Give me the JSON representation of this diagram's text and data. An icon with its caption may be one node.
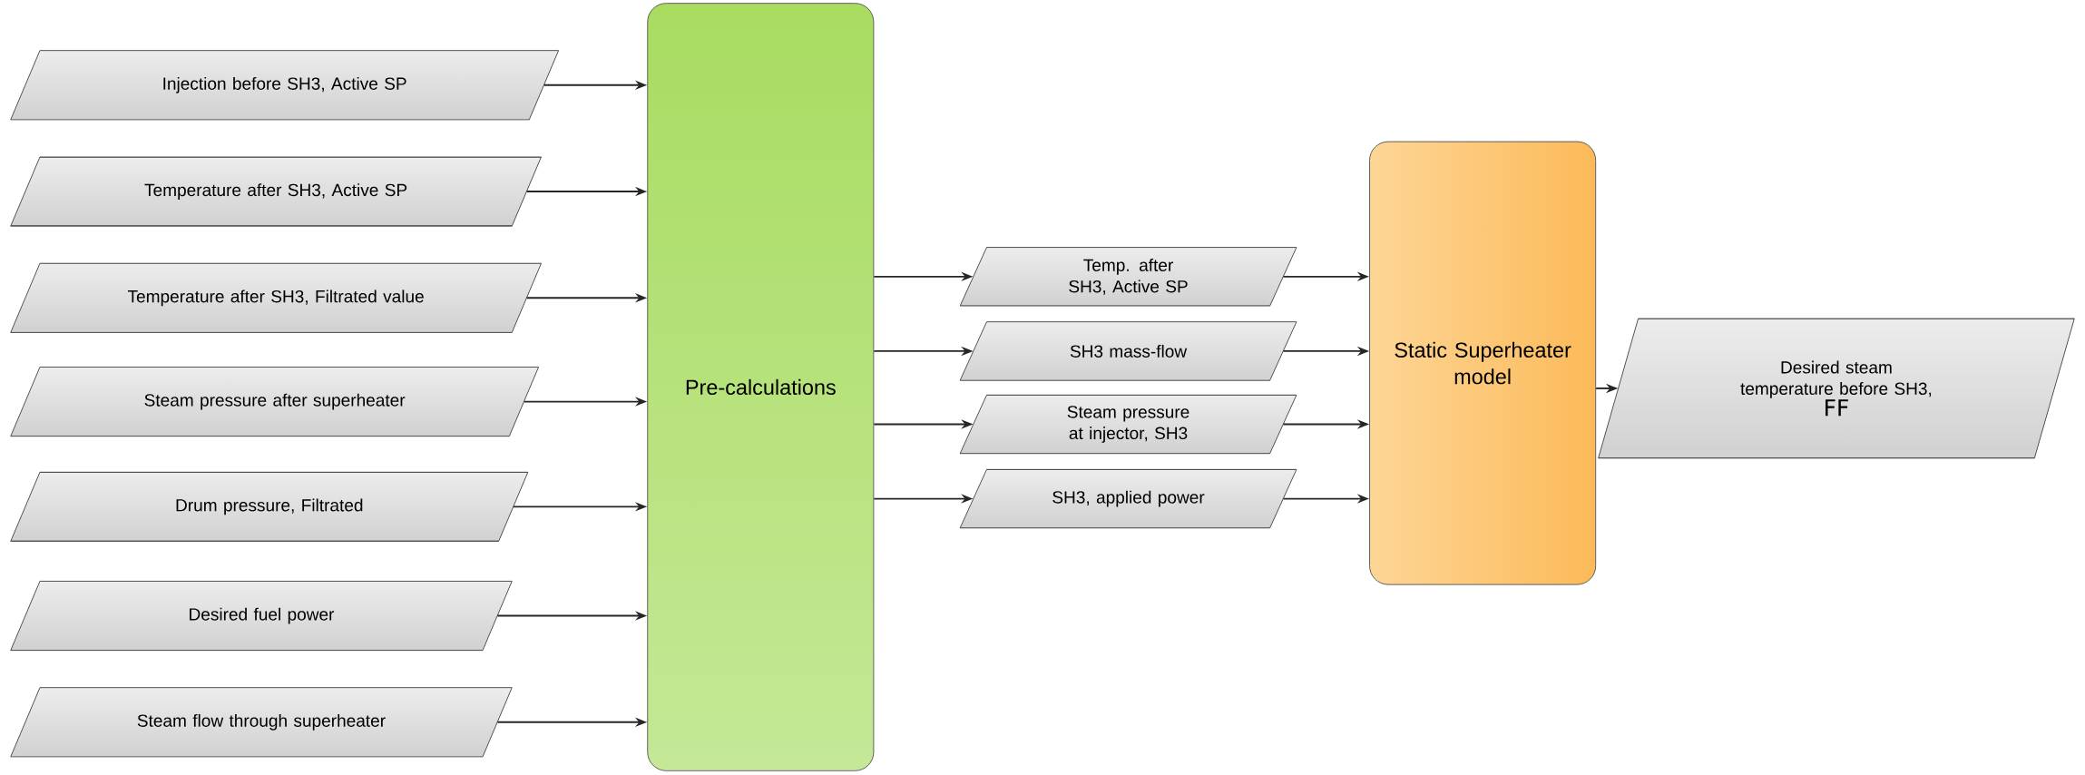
{
  "diagram": {
    "nodes": [
      {
        "text": [
          "Injection before SH3, Active SP"
        ]
      },
      {
        "text": [
          "Temperature after SH3, Active SP"
        ]
      },
      {
        "text": [
          "Temperature after SH3, Filtrated value"
        ]
      },
      {
        "text": [
          "Steam pressure after superheater"
        ]
      },
      {
        "text": [
          "Drum pressure, Filtrated"
        ]
      },
      {
        "text": [
          "Desired fuel power"
        ]
      },
      {
        "text": [
          "Steam flow through superheater"
        ]
      },
      {
        "text": [
          "Pre-calculations"
        ]
      },
      {
        "text": [
          "Temp. after SH3, Active SP"
        ]
      },
      {
        "text": [
          "SH3 mass-flow"
        ]
      },
      {
        "text": [
          "Steam pressure at injector, SH3"
        ]
      },
      {
        "text": [
          "SH3, applied power"
        ]
      },
      {
        "text": [
          "Static Superheater model"
        ]
      },
      {
        "text": [
          "Desired steam temperature before SH3,",
          "FF"
        ]
      }
    ],
    "edges": [
      {
        "from": 0,
        "to": 7,
        "arrow": "to"
      },
      {
        "from": 1,
        "to": 7,
        "arrow": "to"
      },
      {
        "from": 2,
        "to": 7,
        "arrow": "to"
      },
      {
        "from": 3,
        "to": 7,
        "arrow": "to"
      },
      {
        "from": 4,
        "to": 7,
        "arrow": "to"
      },
      {
        "from": 5,
        "to": 7,
        "arrow": "to"
      },
      {
        "from": 6,
        "to": 7,
        "arrow": "to"
      },
      {
        "from": 7,
        "to": 8,
        "arrow": "to"
      },
      {
        "from": 7,
        "to": 9,
        "arrow": "to"
      },
      {
        "from": 7,
        "to": 10,
        "arrow": "to"
      },
      {
        "from": 7,
        "to": 11,
        "arrow": "to"
      },
      {
        "from": 8,
        "to": 12,
        "arrow": "to"
      },
      {
        "from": 9,
        "to": 12,
        "arrow": "to"
      },
      {
        "from": 10,
        "to": 12,
        "arrow": "to"
      },
      {
        "from": 11,
        "to": 12,
        "arrow": "to"
      },
      {
        "from": 12,
        "to": 13,
        "arrow": "to"
      }
    ]
  }
}
